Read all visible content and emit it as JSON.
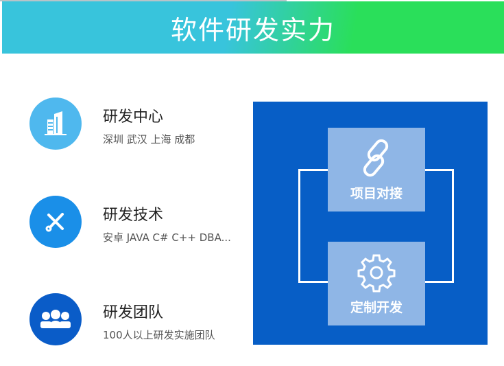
{
  "header": {
    "title": "软件研发实力"
  },
  "items": [
    {
      "title": "研发中心",
      "subtitle": "深圳 武汉 上海 成都",
      "icon": "building-icon",
      "color": "#4fb8ee"
    },
    {
      "title": "研发技术",
      "subtitle": "安卓 JAVA C# C++ DBA...",
      "icon": "tools-icon",
      "color": "#1a8fe8"
    },
    {
      "title": "研发团队",
      "subtitle": "100人以上研发实施团队",
      "icon": "team-icon",
      "color": "#0a5cc8"
    }
  ],
  "panel": {
    "top_label": "项目对接",
    "bottom_label": "定制开发",
    "bg": "#075ec6"
  }
}
